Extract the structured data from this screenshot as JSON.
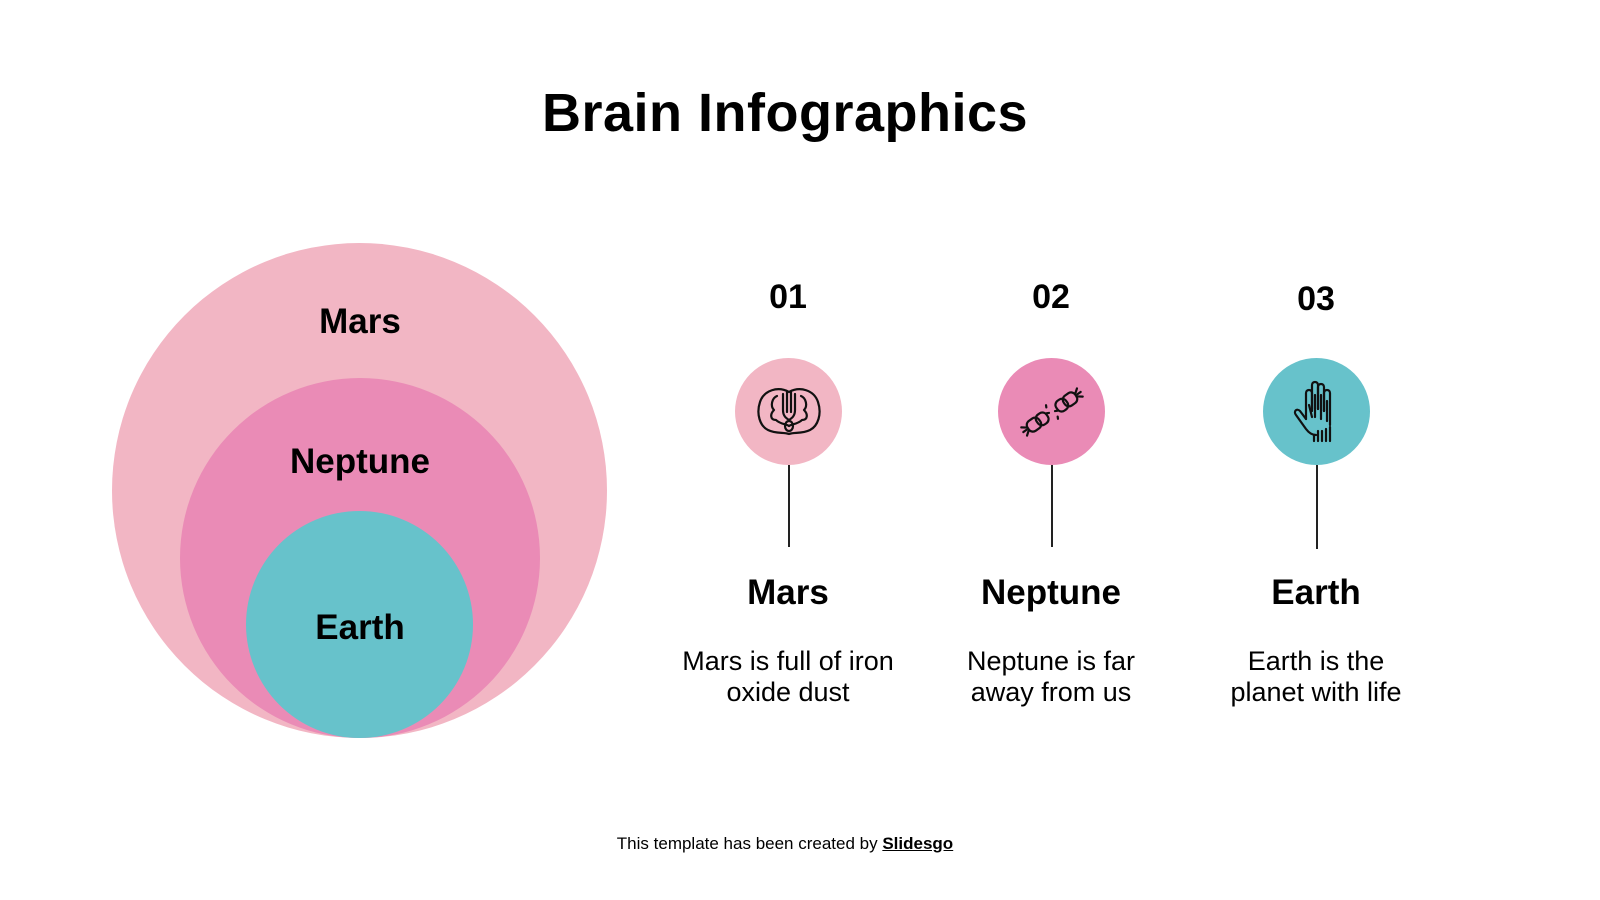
{
  "title": "Brain Infographics",
  "colors": {
    "mars": "#f2b6c4",
    "neptune": "#ea8bb6",
    "earth": "#67c2cb",
    "text": "#000000"
  },
  "venn": {
    "outer": "Mars",
    "middle": "Neptune",
    "inner": "Earth"
  },
  "items": [
    {
      "number": "01",
      "icon": "brain-icon",
      "title": "Mars",
      "desc_line1": "Mars is full of iron",
      "desc_line2": "oxide dust"
    },
    {
      "number": "02",
      "icon": "broken-chain-icon",
      "title": "Neptune",
      "desc_line1": "Neptune is far",
      "desc_line2": "away from us"
    },
    {
      "number": "03",
      "icon": "hand-veins-icon",
      "title": "Earth",
      "desc_line1": "Earth is the",
      "desc_line2": "planet with life"
    }
  ],
  "footer": {
    "prefix": "This template has been created by ",
    "brand": "Slidesgo"
  }
}
